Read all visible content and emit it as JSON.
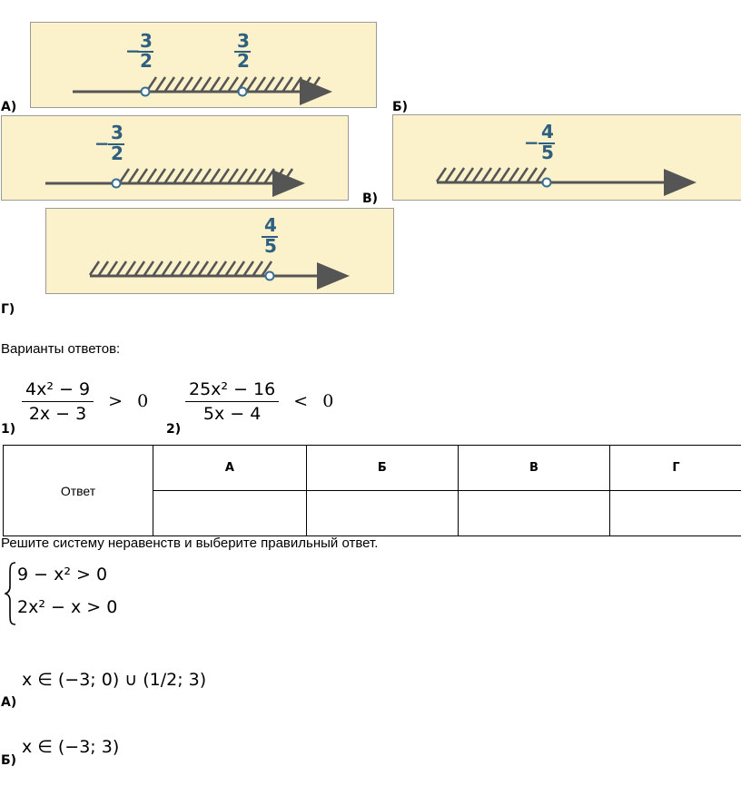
{
  "diagrams": {
    "A": {
      "label": "А)",
      "left_mark": "−3/2",
      "right_mark": "3/2",
      "left_num": "3",
      "left_den": "2",
      "left_sign": "−",
      "right_num": "3",
      "right_den": "2"
    },
    "B": {
      "label": "Б)",
      "mark_sign": "−",
      "mark_num": "4",
      "mark_den": "5"
    },
    "V": {
      "label": "В)",
      "mark_sign": "−",
      "mark_num": "3",
      "mark_den": "2"
    },
    "G": {
      "label": "Г)",
      "mark_num": "4",
      "mark_den": "5"
    }
  },
  "options_heading": "Варианты ответов:",
  "options": [
    {
      "label": "1)",
      "num": "4x² − 9",
      "den": "2x − 3",
      "rel": ">",
      "rhs": "0"
    },
    {
      "label": "2)",
      "num": "25x² − 16",
      "den": "5x − 4",
      "rel": "<",
      "rhs": "0"
    }
  ],
  "table": {
    "row_label": "Ответ",
    "columns": [
      "А",
      "Б",
      "В",
      "Г"
    ],
    "answers": [
      "",
      "",
      "",
      ""
    ]
  },
  "task2": {
    "instruction": "Решите систему неравенств и выберите правильный ответ.",
    "system": [
      "9 − x² > 0",
      "2x² − x > 0"
    ],
    "answers": [
      {
        "label": "А)",
        "text": "x ∈ (−3; 0) ∪ (1/2; 3)"
      },
      {
        "label": "Б)",
        "text": "x ∈ (−3; 3)"
      }
    ]
  }
}
